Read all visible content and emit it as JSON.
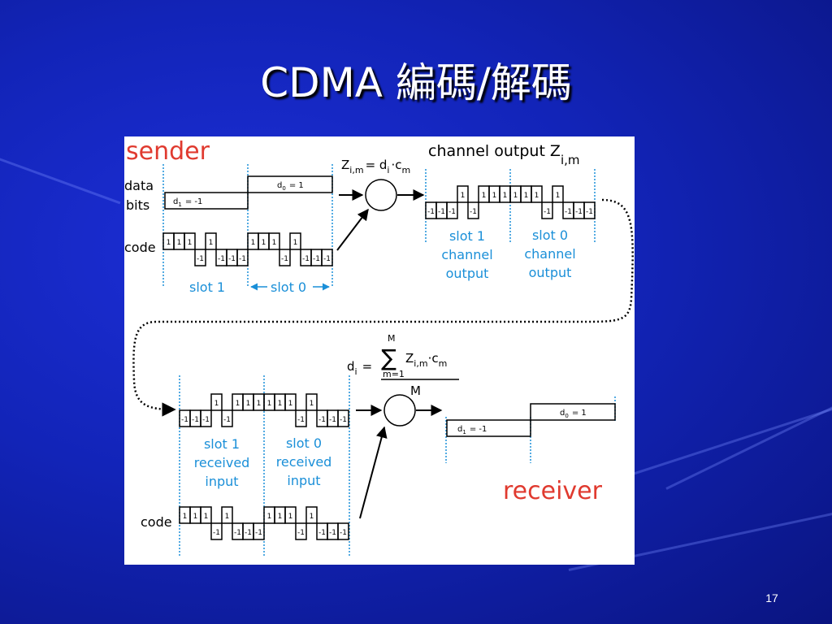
{
  "slide": {
    "title": "CDMA 編碼/解碼",
    "page_number": "17"
  },
  "figure": {
    "sender_label": "sender",
    "receiver_label": "receiver",
    "data_bits_label": [
      "data",
      "bits"
    ],
    "code_label": "code",
    "d1_label": "d",
    "d1_sub": "1",
    "d1_value": "= -1",
    "d0_label": "d",
    "d0_sub": "0",
    "d0_value": "= 1",
    "slot1_label": "slot 1",
    "slot0_label": "slot 0",
    "encode_formula": {
      "z": "Z",
      "z_sub": "i,m",
      "eq": "= d",
      "d_sub": "i",
      "dot": "·c",
      "c_sub": "m"
    },
    "channel_output_label": "channel output Z",
    "channel_output_sub": "i,m",
    "slot1_channel_output": [
      "slot 1",
      "channel",
      "output"
    ],
    "slot0_channel_output": [
      "slot 0",
      "channel",
      "output"
    ],
    "decode_formula": {
      "d": "d",
      "d_sub": "i",
      "eq": "=",
      "upper": "M",
      "sum": "∑",
      "lower": "m=1",
      "z": "Z",
      "z_sub": "i,m",
      "dot": "·c",
      "c_sub": "m",
      "denominator": "M"
    },
    "slot1_received_input": [
      "slot 1",
      "received",
      "input"
    ],
    "slot0_received_input": [
      "slot 0",
      "received",
      "input"
    ],
    "code_values": [
      1,
      1,
      1,
      -1,
      1,
      -1,
      -1,
      -1
    ],
    "code_values_string": [
      "1",
      "1",
      "1",
      "-1",
      "1",
      "-1",
      "-1",
      "-1"
    ],
    "channel_slot1_values": [
      "-1",
      "-1",
      "-1",
      "1",
      "-1",
      "1",
      "1",
      "1"
    ],
    "channel_slot0_values": [
      "1",
      "1",
      "1",
      "-1",
      "1",
      "-1",
      "-1",
      "-1"
    ],
    "colors": {
      "blue_text": "#1a8fd8",
      "red_text": "#e03a2f",
      "wave": "#000000"
    }
  }
}
